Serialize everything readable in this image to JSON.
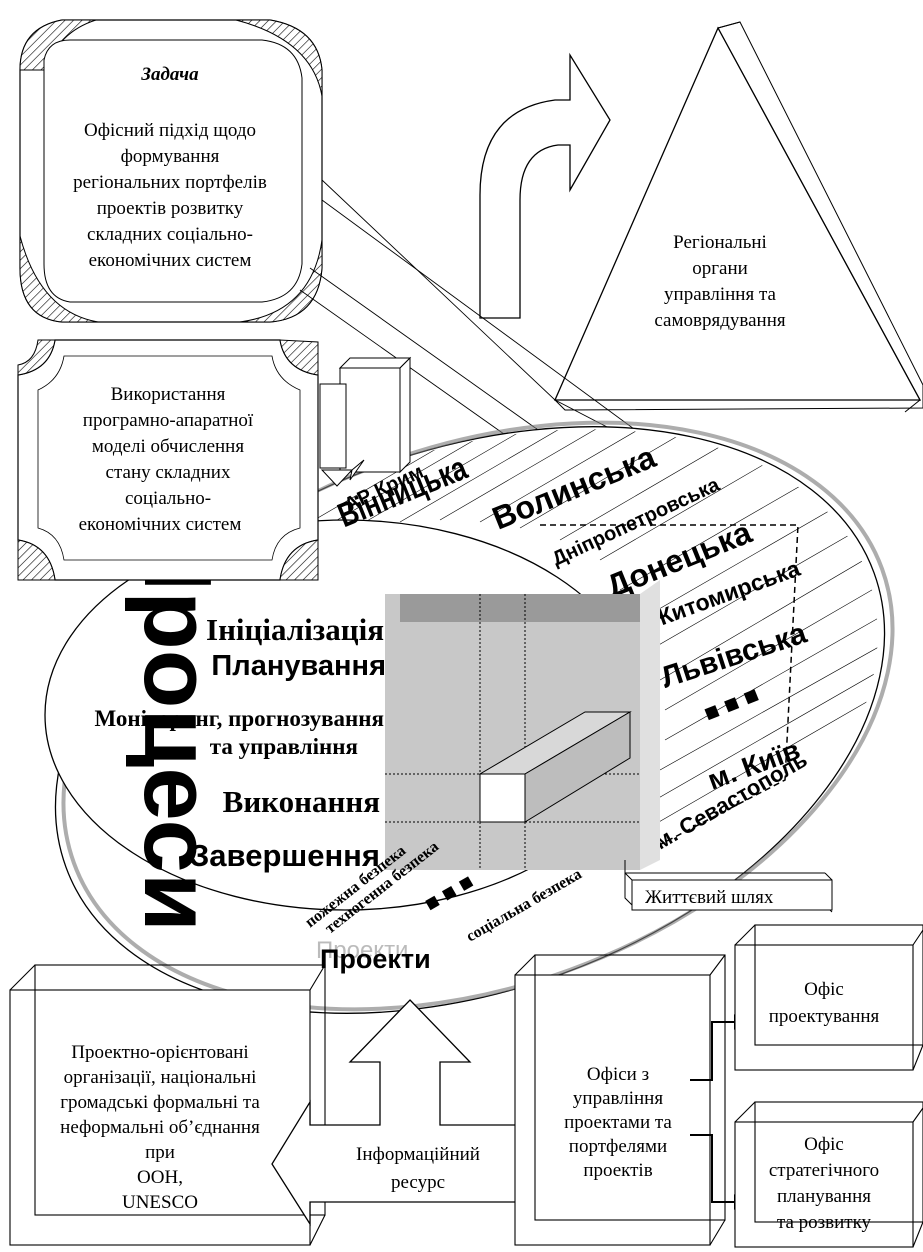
{
  "task_box": {
    "heading": "Задача",
    "lines": [
      "Офісний підхід щодо",
      "формування",
      "регіональних портфелів",
      "проектів розвитку",
      "складних соціально-",
      "економічних систем"
    ]
  },
  "model_box": {
    "lines": [
      "Використання",
      "програмно-апаратної",
      "моделі обчислення",
      "стану складних",
      "соціально-",
      "економічних систем"
    ]
  },
  "triangle": {
    "lines": [
      "Регіональні",
      "органи",
      "управління та",
      "самоврядування"
    ]
  },
  "processes": {
    "vertical_label": "Процеси",
    "stages": [
      "Ініціалізація",
      "Планування",
      "Моніторинг, прогнозування",
      "та управління",
      "Виконання",
      "Завершення"
    ]
  },
  "regions": [
    "АР Крим",
    "Вінницька",
    "Волинська",
    "Дніпропетровська",
    "Донецька",
    "Житомирська",
    "Львівська",
    "■ ■ ■",
    "м. Київ",
    "м. Севастополь"
  ],
  "safety": [
    "пожежна безпека",
    "техногенна безпека",
    "■ ■ ■",
    "соціальна безпека"
  ],
  "projects_label": "Проекти",
  "projects_shadow": "Проекти",
  "life_path": "Життєвий шлях",
  "orgs_box": {
    "lines": [
      "Проектно-орієнтовані",
      "організації, національні",
      "громадські формальні та",
      "неформальні об’єднання",
      "при",
      "ООН,",
      "UNESCO"
    ]
  },
  "info_resource": {
    "lines": [
      "Інформаційний",
      "ресурс"
    ]
  },
  "pm_offices": {
    "lines": [
      "Офіси з",
      "управління",
      "проектами та",
      "портфелями",
      "проектів"
    ]
  },
  "design_office": {
    "lines": [
      "Офіс",
      "проектування"
    ]
  },
  "strategic_office": {
    "lines": [
      "Офіс",
      "стратегічного",
      "планування",
      "та розвитку"
    ]
  }
}
